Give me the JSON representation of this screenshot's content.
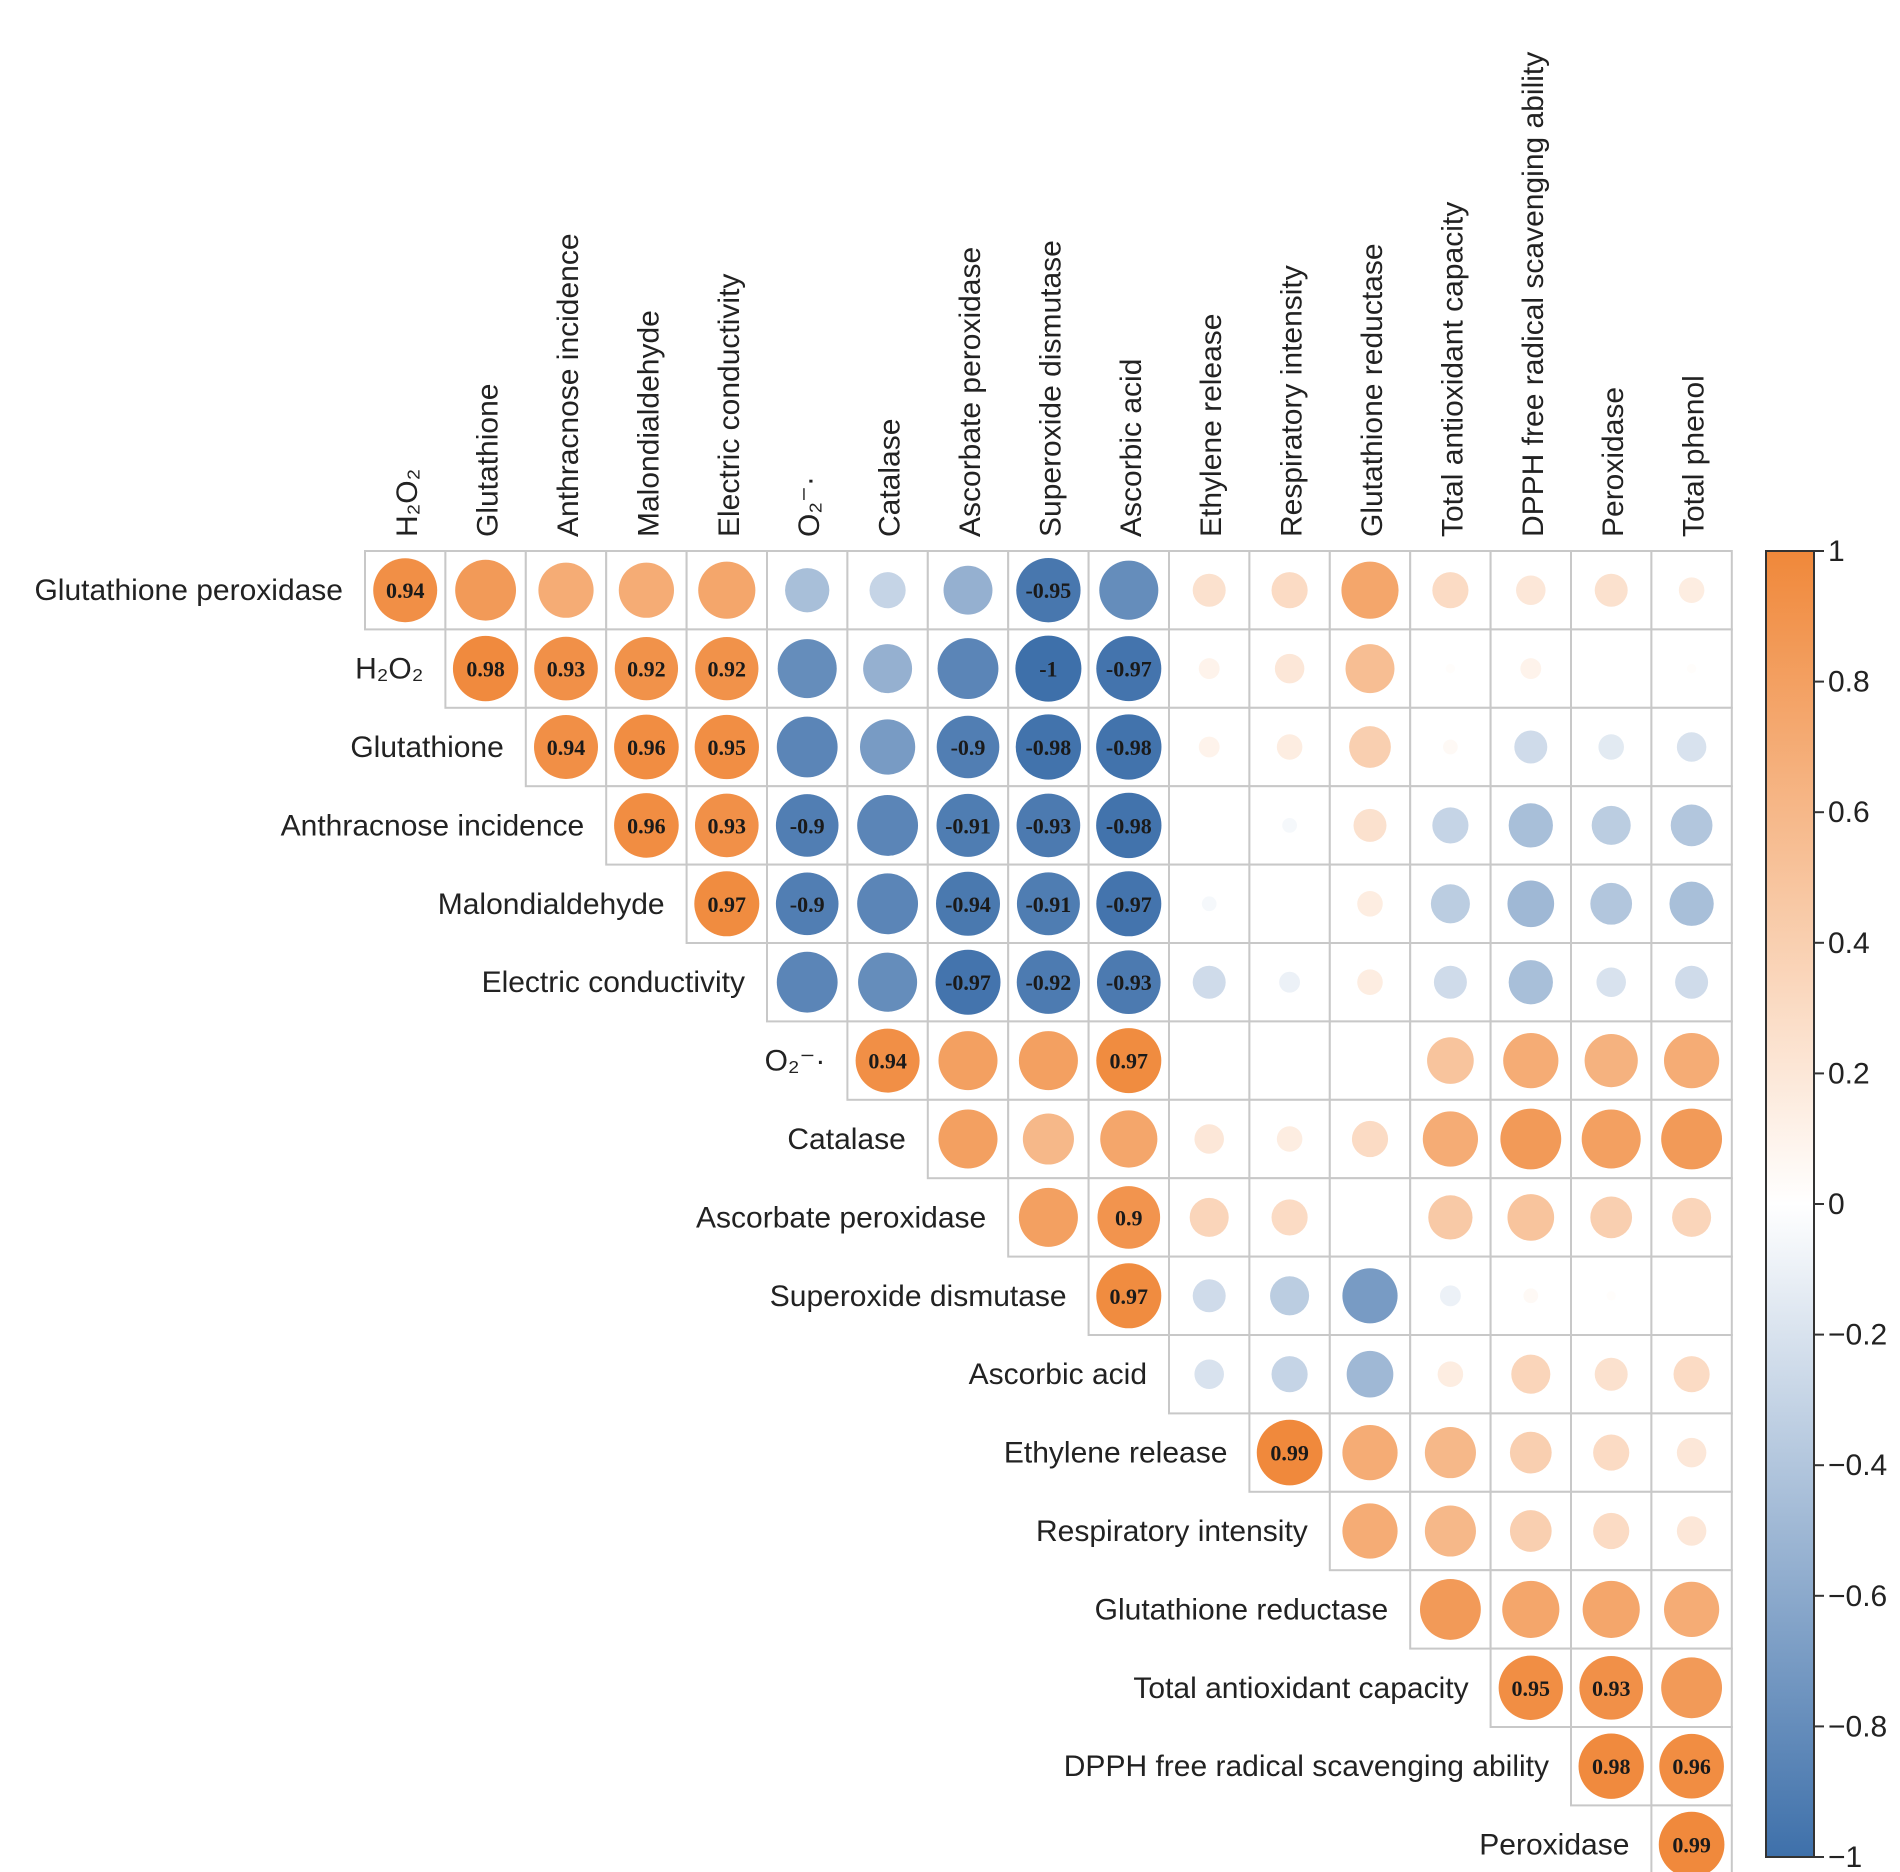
{
  "chart_data": {
    "type": "heatmap",
    "subtype": "correlation-circles-upper-triangle",
    "variables": [
      "Glutathione peroxidase",
      "H₂O₂",
      "Glutathione",
      "Anthracnose incidence",
      "Malondialdehyde",
      "Electric conductivity",
      "O₂⁻·",
      "Catalase",
      "Ascorbate peroxidase",
      "Superoxide dismutase",
      "Ascorbic acid",
      "Ethylene release",
      "Respiratory intensity",
      "Glutathione reductase",
      "Total antioxidant capacity",
      "DPPH free radical scavenging ability",
      "Peroxidase",
      "Total phenol"
    ],
    "matrix": [
      [
        0.94,
        0.85,
        0.7,
        0.7,
        0.75,
        -0.45,
        -0.3,
        -0.55,
        -0.95,
        -0.8,
        0.25,
        0.3,
        0.75,
        0.3,
        0.2,
        0.25,
        0.15
      ],
      [
        null,
        0.98,
        0.93,
        0.92,
        0.92,
        -0.8,
        -0.55,
        -0.85,
        -1,
        -0.97,
        0.1,
        0.2,
        0.55,
        0.02,
        0.1,
        0,
        0.02
      ],
      [
        null,
        null,
        0.94,
        0.96,
        0.95,
        -0.85,
        -0.7,
        -0.9,
        -0.98,
        -0.98,
        0.1,
        0.15,
        0.4,
        0.05,
        -0.25,
        -0.15,
        -0.2
      ],
      [
        null,
        null,
        null,
        0.96,
        0.93,
        -0.9,
        -0.85,
        -0.91,
        -0.93,
        -0.98,
        0,
        -0.05,
        0.25,
        -0.3,
        -0.45,
        -0.35,
        -0.4
      ],
      [
        null,
        null,
        null,
        null,
        0.97,
        -0.9,
        -0.85,
        -0.94,
        -0.91,
        -0.97,
        -0.05,
        0,
        0.15,
        -0.35,
        -0.5,
        -0.4,
        -0.45
      ],
      [
        null,
        null,
        null,
        null,
        null,
        -0.85,
        -0.8,
        -0.97,
        -0.92,
        -0.93,
        -0.25,
        -0.1,
        0.15,
        -0.25,
        -0.45,
        -0.2,
        -0.25
      ],
      [
        null,
        null,
        null,
        null,
        null,
        null,
        0.94,
        0.8,
        0.8,
        0.97,
        0,
        0,
        0,
        0.5,
        0.7,
        0.65,
        0.7
      ],
      [
        null,
        null,
        null,
        null,
        null,
        null,
        null,
        0.8,
        0.6,
        0.75,
        0.2,
        0.15,
        0.3,
        0.7,
        0.85,
        0.8,
        0.85
      ],
      [
        null,
        null,
        null,
        null,
        null,
        null,
        null,
        null,
        0.8,
        0.9,
        0.35,
        0.3,
        0,
        0.45,
        0.5,
        0.4,
        0.35
      ],
      [
        null,
        null,
        null,
        null,
        null,
        null,
        null,
        null,
        null,
        0.97,
        -0.25,
        -0.35,
        -0.7,
        -0.1,
        0.05,
        0.02,
        0
      ],
      [
        null,
        null,
        null,
        null,
        null,
        null,
        null,
        null,
        null,
        null,
        -0.2,
        -0.3,
        -0.5,
        0.15,
        0.35,
        0.25,
        0.3
      ],
      [
        null,
        null,
        null,
        null,
        null,
        null,
        null,
        null,
        null,
        null,
        null,
        0.99,
        0.7,
        0.6,
        0.4,
        0.3,
        0.2
      ],
      [
        null,
        null,
        null,
        null,
        null,
        null,
        null,
        null,
        null,
        null,
        null,
        null,
        0.7,
        0.6,
        0.4,
        0.3,
        0.2
      ],
      [
        null,
        null,
        null,
        null,
        null,
        null,
        null,
        null,
        null,
        null,
        null,
        null,
        null,
        0.85,
        0.75,
        0.75,
        0.7
      ],
      [
        null,
        null,
        null,
        null,
        null,
        null,
        null,
        null,
        null,
        null,
        null,
        null,
        null,
        null,
        0.95,
        0.93,
        0.85
      ],
      [
        null,
        null,
        null,
        null,
        null,
        null,
        null,
        null,
        null,
        null,
        null,
        null,
        null,
        null,
        null,
        0.98,
        0.96
      ],
      [
        null,
        null,
        null,
        null,
        null,
        null,
        null,
        null,
        null,
        null,
        null,
        null,
        null,
        null,
        null,
        null,
        0.99
      ]
    ],
    "colorbar": {
      "ticks": [
        "1",
        "0.8",
        "0.6",
        "0.4",
        "0.2",
        "0",
        "−0.2",
        "−0.4",
        "−0.6",
        "−0.8",
        "−1"
      ],
      "range": [
        -1,
        1
      ],
      "positive_color": "#F0883A",
      "negative_color": "#3E70AA",
      "zero_color": "#FFFFFF"
    },
    "label_threshold": 0.9
  }
}
